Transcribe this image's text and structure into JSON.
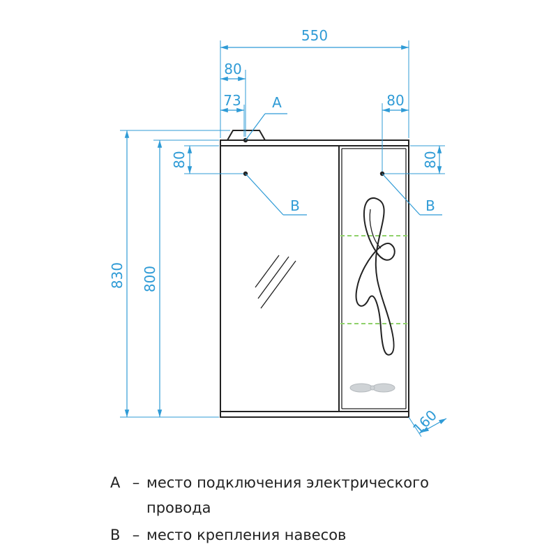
{
  "dimensions": {
    "total_width": "550",
    "left_offset_outer": "80",
    "left_offset_inner": "73",
    "right_offset_top": "80",
    "left_vertical_small": "80",
    "right_vertical_small": "80",
    "total_height": "830",
    "body_height": "800",
    "depth": "160"
  },
  "callouts": {
    "a_label": "A",
    "b_left_label": "B",
    "b_right_label": "B"
  },
  "legend": {
    "a_key": "A",
    "a_dash": "–",
    "a_line1": "место подключения электрического",
    "a_line2": "провода",
    "b_key": "B",
    "b_dash": "–",
    "b_line1": "место крепления навесов"
  },
  "colors": {
    "dimension": "#2f9bd6",
    "object": "#222222",
    "shelf_marker": "#8fd16a"
  }
}
